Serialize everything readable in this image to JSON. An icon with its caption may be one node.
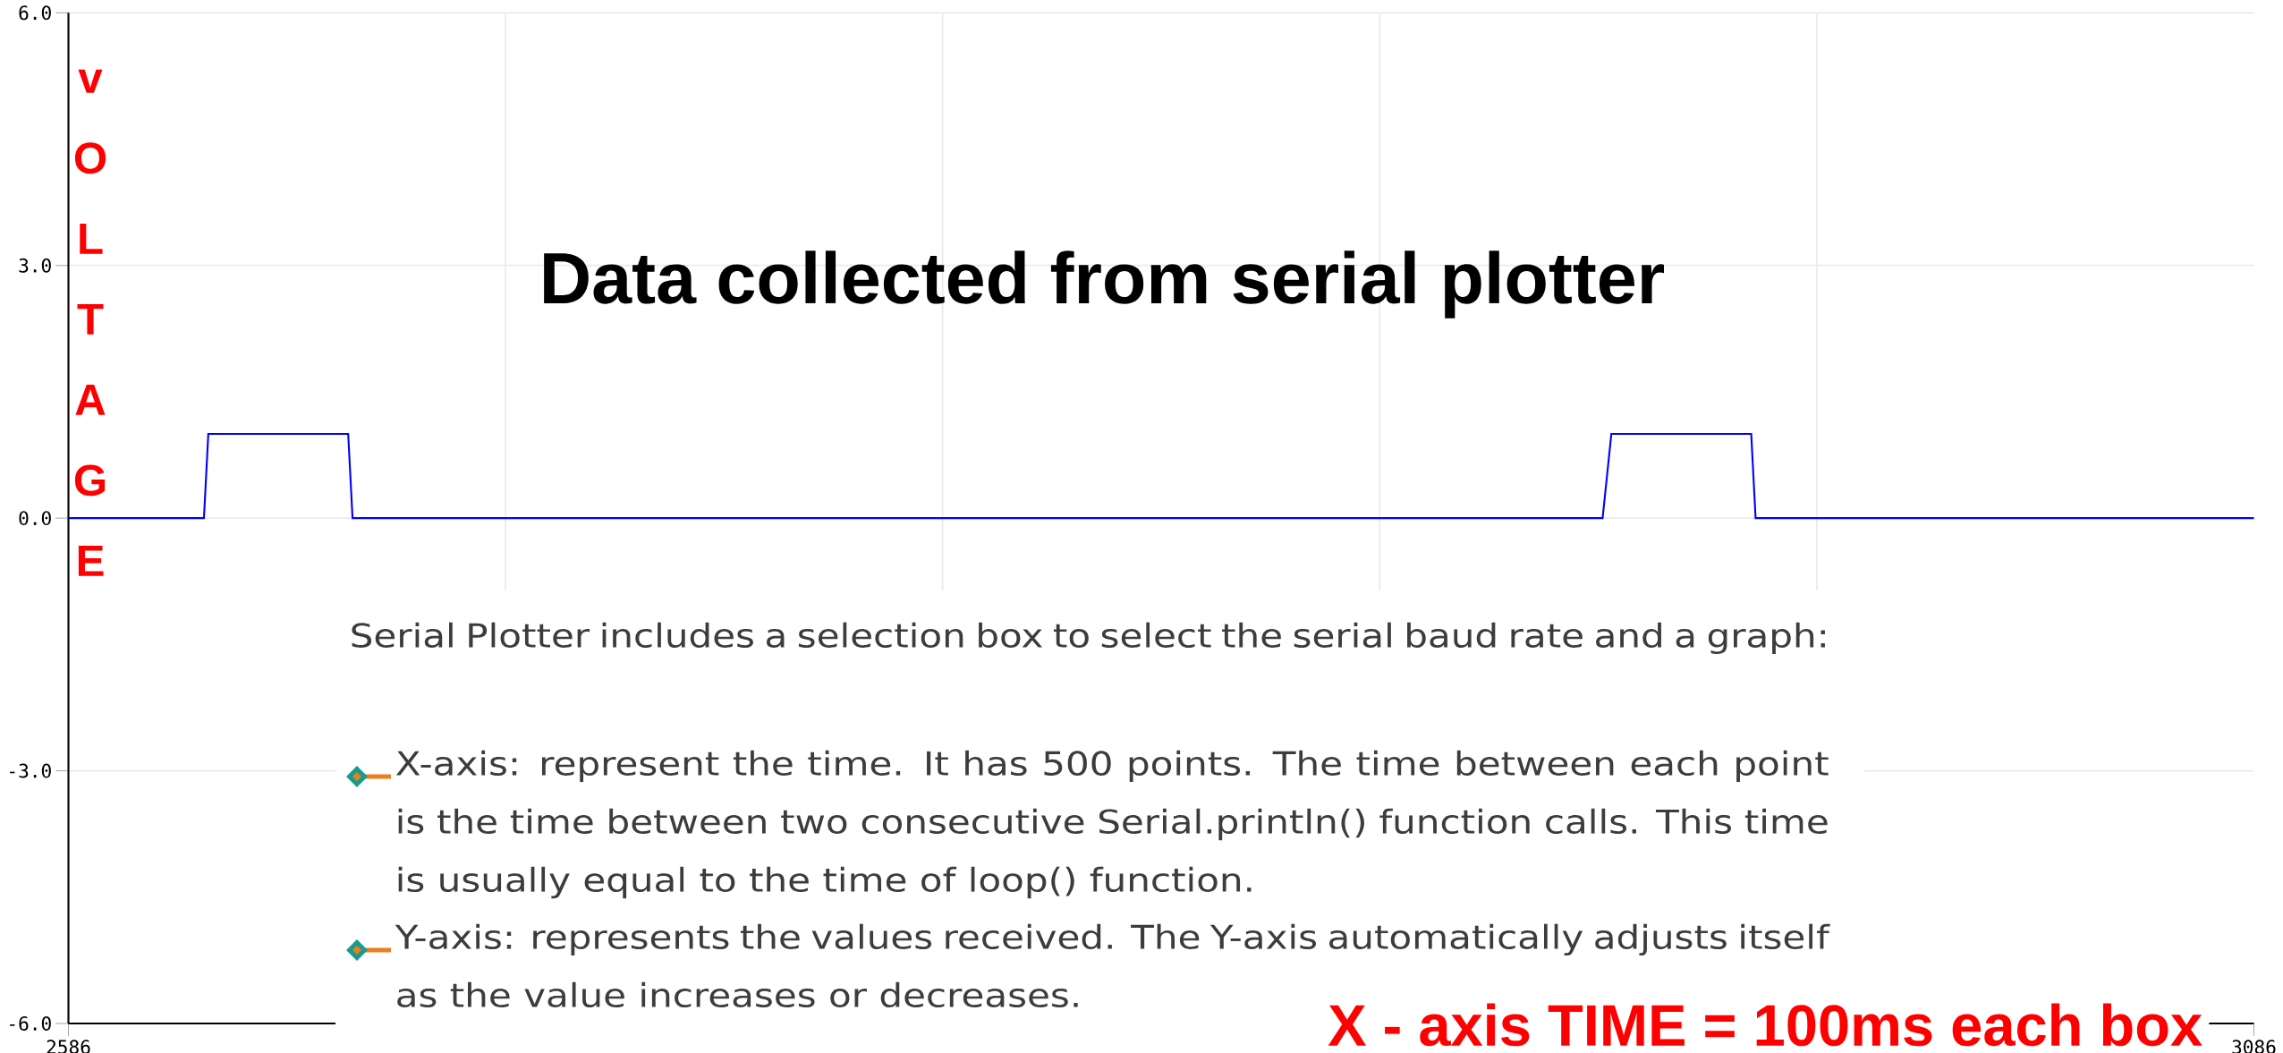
{
  "diagram": {
    "title": "Data collected from serial plotter",
    "labels": [
      "Serial Plotter includes a selection box to select the serial baud rate and a graph:",
      "X-axis: represent the time. It has 500 points. The time between each point is the time between two consecutive Serial.println() function calls. This time is usually equal to the time of loop() function.",
      "Y-axis: represents the values received. The Y-axis automatically adjusts itself as the value increases or decreases."
    ],
    "chart_data": {
      "type": "line",
      "xlabel": "X - axis  TIME = 100ms each box",
      "ylabel": "vOLTAGE",
      "x": [
        2586,
        2617,
        2618,
        2650,
        2651,
        2937,
        2939,
        2971,
        2972,
        3086
      ],
      "series": [
        {
          "color": "#0000ff",
          "values": [
            0,
            0,
            1,
            1,
            0,
            0,
            1,
            1,
            0,
            0
          ]
        }
      ],
      "xlim": [
        2586,
        3086
      ],
      "ylim": [
        -6,
        6
      ],
      "grid": true,
      "xticks": [
        {
          "value": 2586,
          "label": "2586"
        },
        {
          "value": 3086,
          "label": "3086"
        }
      ],
      "yticks": [
        {
          "value": -6,
          "label": "-6.0"
        },
        {
          "value": -3,
          "label": "-3.0"
        },
        {
          "value": 0,
          "label": "0.0"
        },
        {
          "value": 3,
          "label": "3.0"
        },
        {
          "value": 6,
          "label": "6.0"
        }
      ]
    }
  }
}
